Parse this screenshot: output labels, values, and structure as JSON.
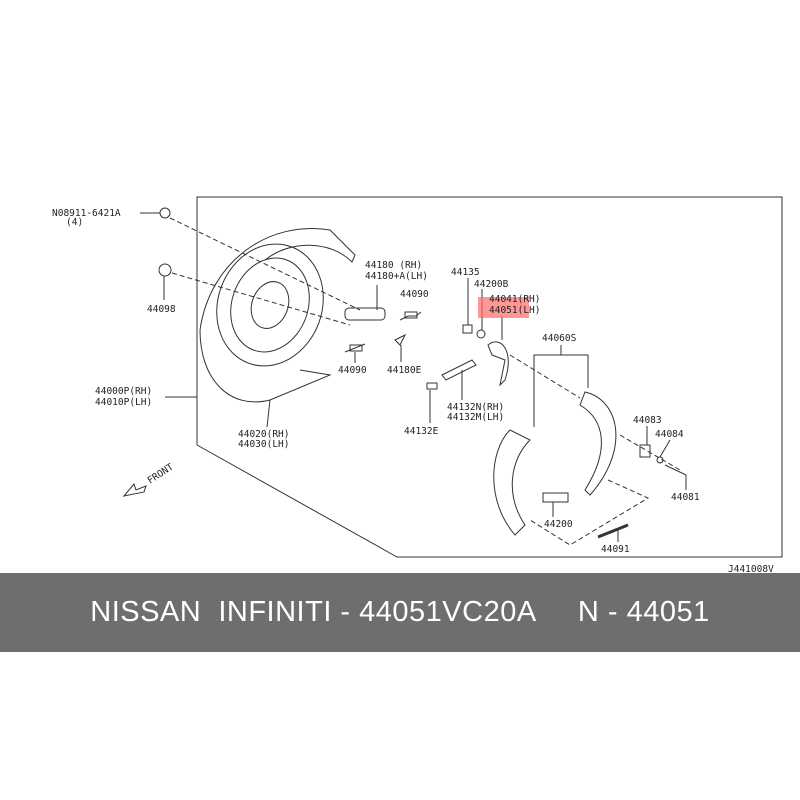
{
  "diagram": {
    "code": "J441008V",
    "front_label": "FRONT",
    "labels": {
      "bolt": "N08911-6421A",
      "bolt_qty": "(4)",
      "p44098": "44098",
      "p44180_rh": "44180  (RH)",
      "p44180a_lh": "44180+A(LH)",
      "p44090_a": "44090",
      "p44090_b": "44090",
      "p44180e": "44180E",
      "p44000p": "44000P(RH)",
      "p44010p": "44010P(LH)",
      "p44020": "44020(RH)",
      "p44030": "44030(LH)",
      "p44135": "44135",
      "p44200b": "44200B",
      "p44041": "44041(RH)",
      "p44051": "44051(LH)",
      "p44060s": "44060S",
      "p44132n": "44132N(RH)",
      "p44132m": "44132M(LH)",
      "p44132e": "44132E",
      "p44083": "44083",
      "p44084": "44084",
      "p44081": "44081",
      "p44200": "44200",
      "p44091": "44091"
    },
    "highlight_color": "#ff6b6b"
  },
  "banner": {
    "text": "NISSAN  INFINITI - 44051VC20A     N - 44051"
  }
}
